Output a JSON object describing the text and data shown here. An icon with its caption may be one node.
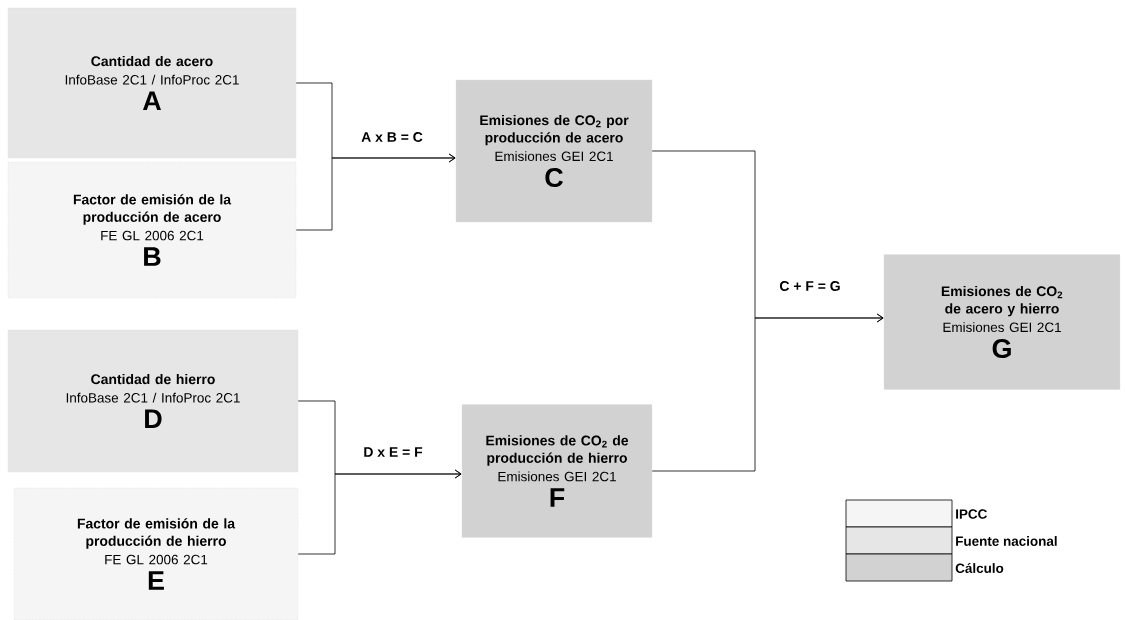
{
  "diagram": {
    "nodes": [
      {
        "text": [
          "Cantidad de acero",
          "InfoBase 2C1 / InfoProc 2C1",
          "A"
        ]
      },
      {
        "text": [
          "Factor de emisión de la producción de acero",
          "FE GL 2006 2C1",
          "B"
        ]
      },
      {
        "text": [
          "Emisiones de CO$_{2}$ por producción de acero",
          "Emisiones GEI 2C1",
          "C"
        ]
      },
      {
        "text": [
          "Cantidad de hierro",
          "InfoBase 2C1 / InfoProc 2C1",
          "D"
        ]
      },
      {
        "text": [
          "Factor de emisión de la producción de hierro",
          "FE GL 2006 2C1",
          "E"
        ]
      },
      {
        "text": [
          "Emisiones de CO$_{2}$ de producción de hierro",
          "Emisiones GEI 2C1",
          "F"
        ]
      },
      {
        "text": [
          "Emisiones de CO$_{2}$ de acero y hierro",
          "Emisiones GEI 2C1",
          "G"
        ]
      }
    ],
    "edges": [
      {
        "from": 0,
        "to": 2,
        "arrow": "to",
        "label": "A x B = C"
      },
      {
        "from": 1,
        "to": 2,
        "arrow": "to"
      },
      {
        "from": 3,
        "to": 5,
        "arrow": "to",
        "label": "D x E = F"
      },
      {
        "from": 4,
        "to": 5,
        "arrow": "to"
      },
      {
        "from": 2,
        "to": 6,
        "arrow": "to",
        "label": "C + F = G"
      },
      {
        "from": 5,
        "to": 6,
        "arrow": "to"
      }
    ],
    "legend": [
      {
        "text": "IPCC",
        "color": "#f5f5f5"
      },
      {
        "text": "Fuente nacional",
        "color": "#e6e6e6"
      },
      {
        "text": "Cálculo",
        "color": "#d2d2d2"
      }
    ]
  }
}
